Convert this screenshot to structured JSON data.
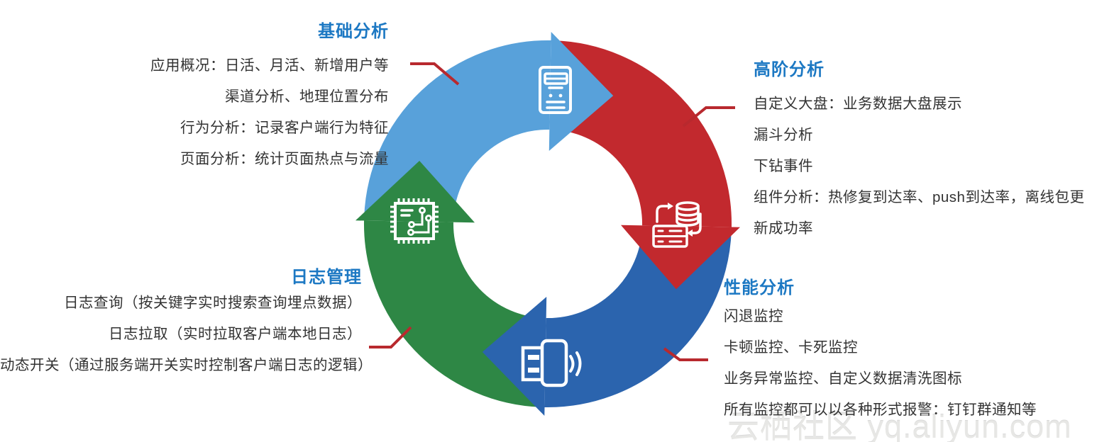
{
  "colors": {
    "title": "#1C78C3",
    "text": "#333333",
    "connector": "#B8292E",
    "ring_top": "#58A1DA",
    "ring_right": "#C2292E",
    "ring_bottom": "#2B64AE",
    "ring_left": "#2E8745",
    "icon_stroke": "#FFFFFF"
  },
  "sections": {
    "basic": {
      "title": "基础分析",
      "lines": [
        "应用概况：日活、月活、新增用户等",
        "渠道分析、地理位置分布",
        "行为分析：记录客户端行为特征",
        "页面分析：统计页面热点与流量"
      ]
    },
    "advanced": {
      "title": "高阶分析",
      "lines": [
        "自定义大盘：业务数据大盘展示",
        "漏斗分析",
        "下钻事件",
        "组件分析：热修复到达率、push到达率，离线包更",
        "新成功率"
      ]
    },
    "performance": {
      "title": "性能分析",
      "lines": [
        "闪退监控",
        "卡顿监控、卡死监控",
        "业务异常监控、自定义数据清洗图标",
        "所有监控都可以以各种形式报警：钉钉群通知等"
      ]
    },
    "log": {
      "title": "日志管理",
      "lines": [
        "日志查询（按关键字实时搜索查询埋点数据）",
        "日志拉取（实时拉取客户端本地日志）",
        "动态开关（通过服务端开关实时控制客户端日志的逻辑）"
      ]
    }
  },
  "ring": {
    "direction": "clockwise",
    "segments": [
      {
        "position": "top",
        "icon": "desktop-computer-icon"
      },
      {
        "position": "right",
        "icon": "database-sync-icon"
      },
      {
        "position": "bottom",
        "icon": "mobile-transmission-icon"
      },
      {
        "position": "left",
        "icon": "chip-icon"
      }
    ]
  },
  "watermark": "云栖社区 yq.aliyun.com"
}
